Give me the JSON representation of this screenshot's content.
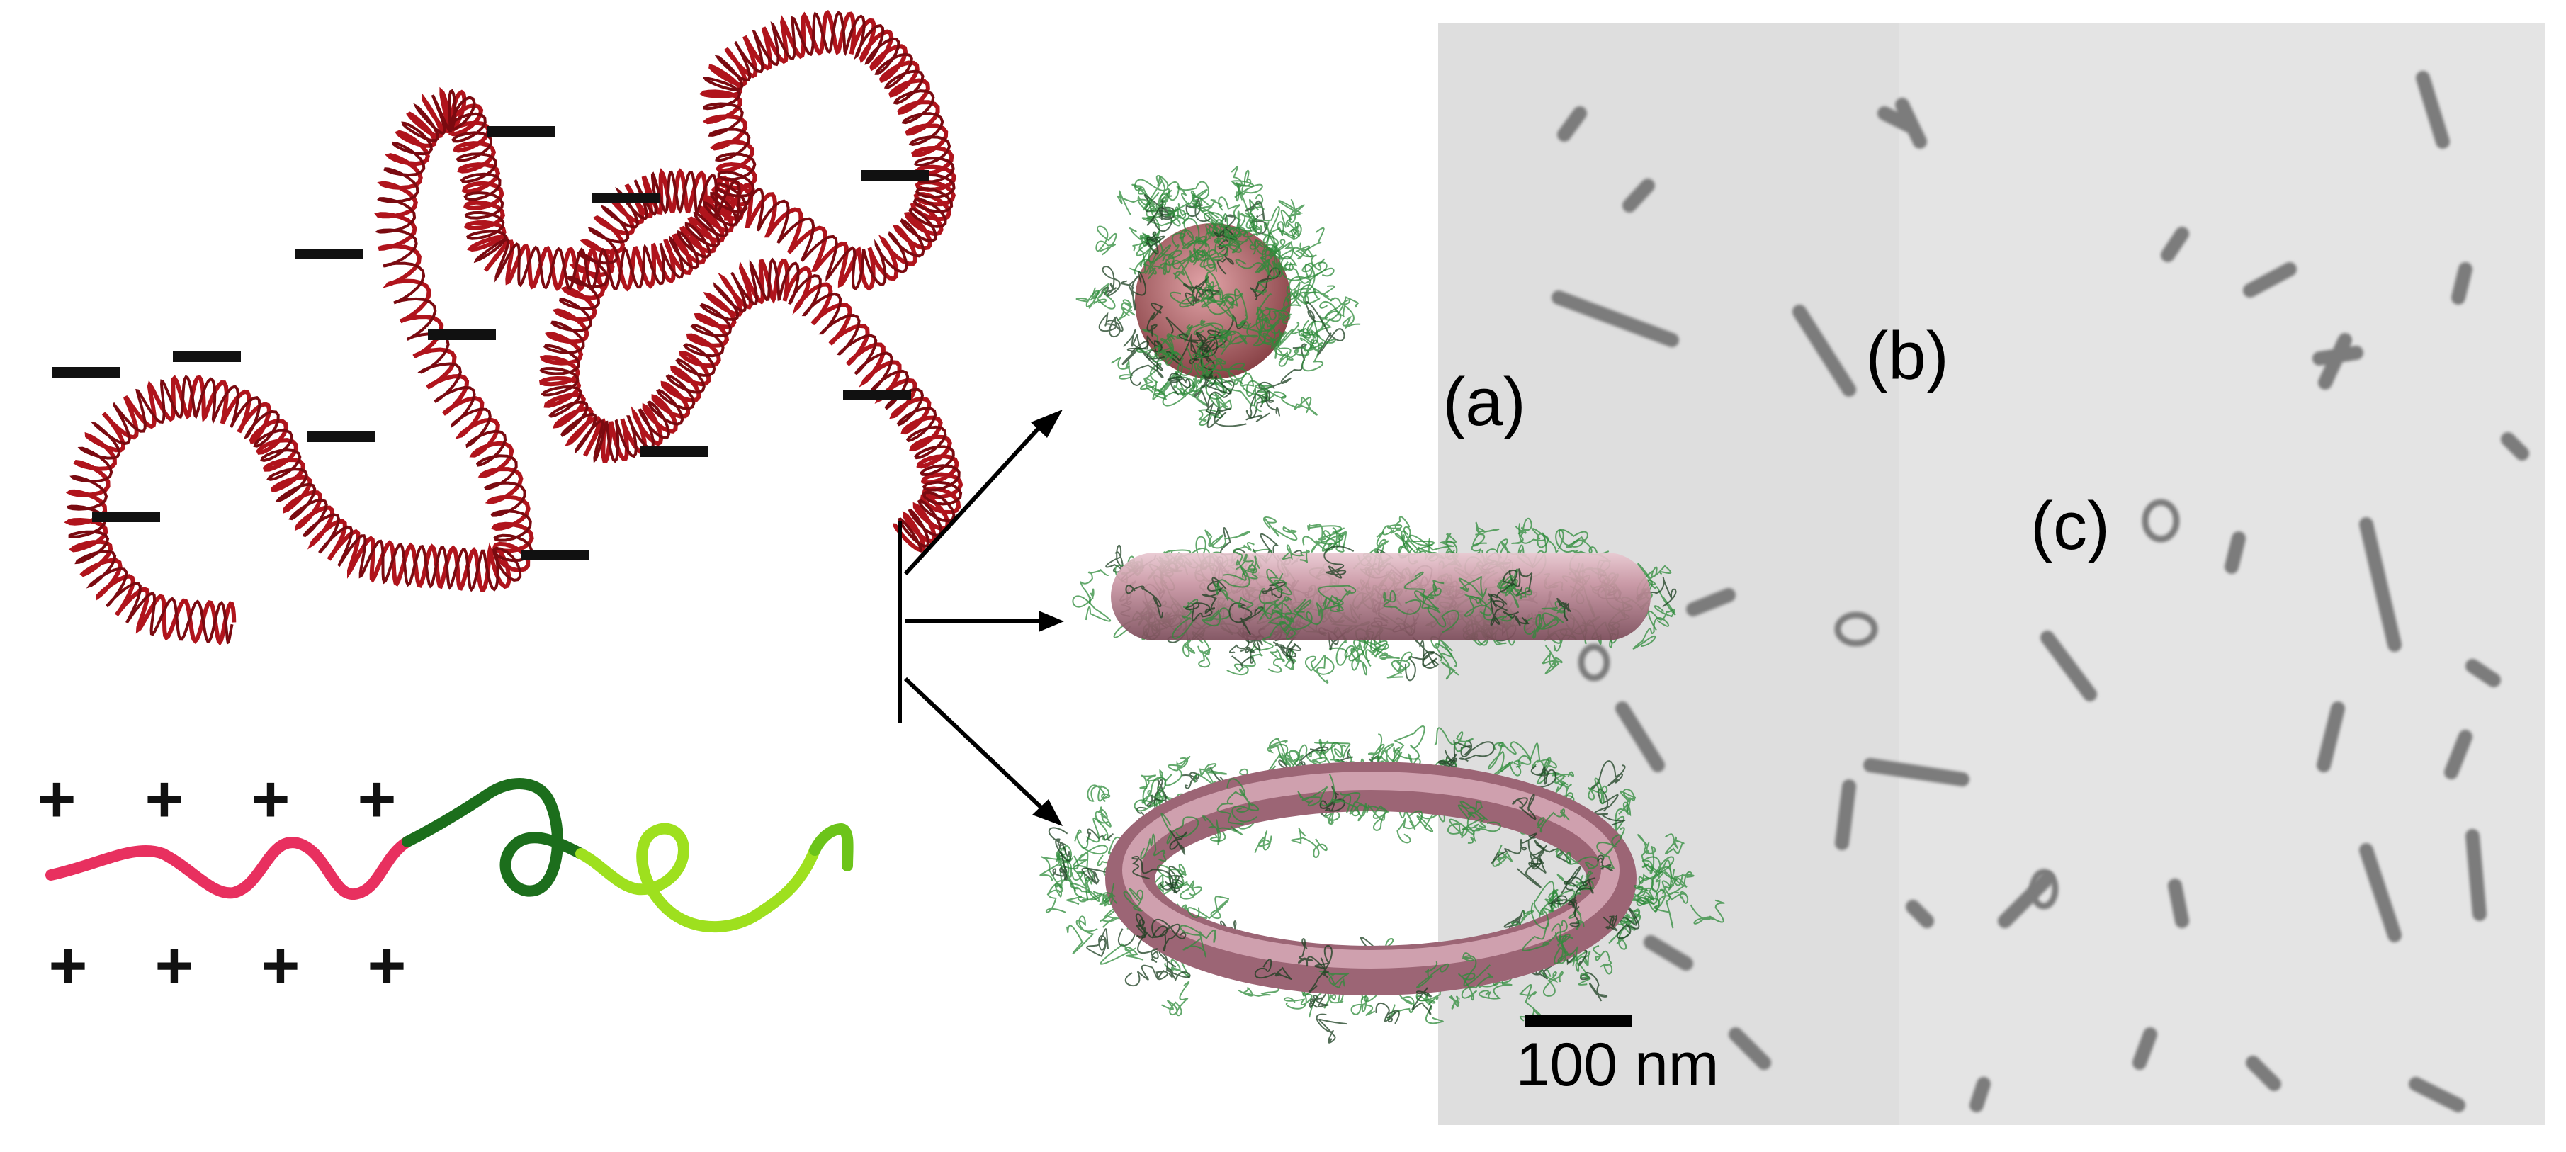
{
  "panel_labels": {
    "a": "(a)",
    "b": "(b)",
    "c": "(c)"
  },
  "scale_bar": {
    "label": "100 nm"
  },
  "charge_symbols": {
    "negative": "—",
    "positive": "+"
  },
  "colors": {
    "dna_red": "#b0141c",
    "dna_dark_red": "#7a0a10",
    "polymer_pink": "#e8305f",
    "polymer_dark_green": "#1c6e1c",
    "polymer_light_green": "#9ee01e",
    "corona_green": "#2e8b3a",
    "micelle_pink": "#c79aa6",
    "tem_background": "#e4e4e4",
    "tem_particle": "#7c7c7c",
    "arrow_black": "#000000"
  },
  "icons": {
    "dna": "dna-coil-icon",
    "polymer": "diblock-polymer-icon",
    "spherical": "spherical-micelle-icon",
    "rod": "rod-micelle-icon",
    "toroid": "toroid-micelle-icon"
  }
}
